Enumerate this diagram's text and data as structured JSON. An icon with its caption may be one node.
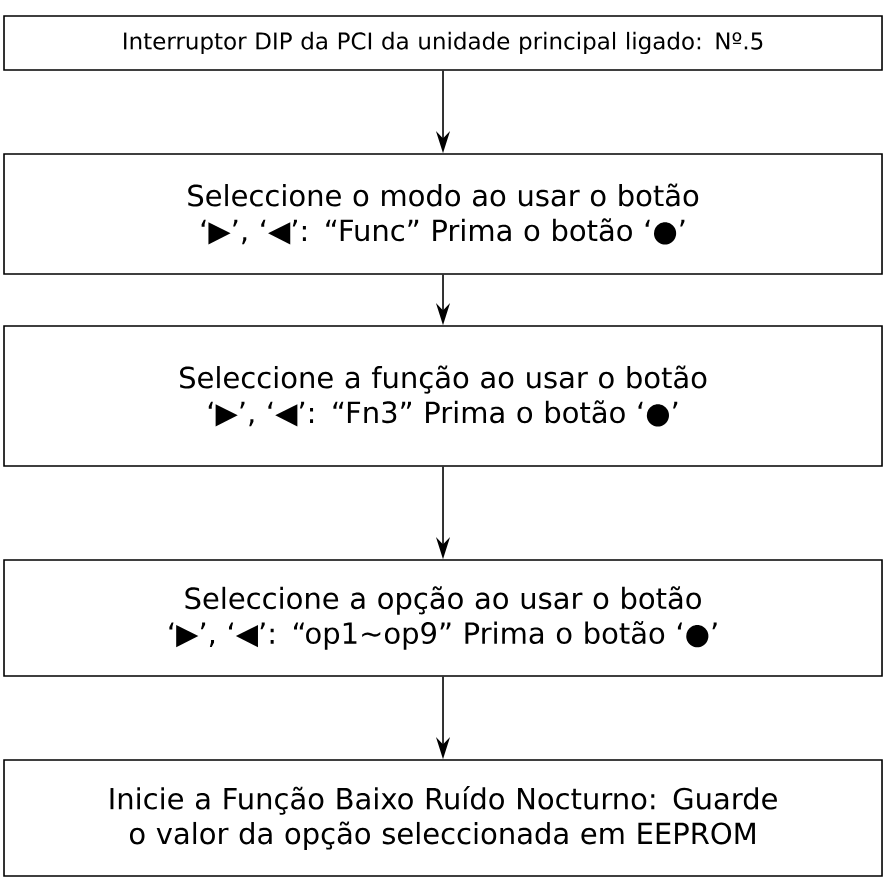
{
  "diagram": {
    "nodes": [
      {
        "text": [
          "Interruptor DIP da PCI da unidade principal ligado: Nº.5"
        ]
      },
      {
        "text": [
          "Seleccione o modo ao usar o botão ‘▶’, ‘◀’: “Func” Prima o botão ‘●’"
        ]
      },
      {
        "text": [
          "Seleccione a função ao usar o botão ‘▶’, ‘◀’: “Fn3” Prima o botão ‘●’"
        ]
      },
      {
        "text": [
          "Seleccione a opção ao usar o botão ‘▶’, ‘◀’: “op1~op9” Prima o botão ‘●’"
        ]
      },
      {
        "text": [
          "Inicie a Função Baixo Ruído Nocturno: Guarde o valor da opção seleccionada em EEPROM"
        ]
      }
    ],
    "edges": [
      {
        "from": 0,
        "to": 1,
        "arrow": "to"
      },
      {
        "from": 1,
        "to": 2,
        "arrow": "to"
      },
      {
        "from": 2,
        "to": 3,
        "arrow": "to"
      },
      {
        "from": 3,
        "to": 4,
        "arrow": "to"
      }
    ]
  }
}
